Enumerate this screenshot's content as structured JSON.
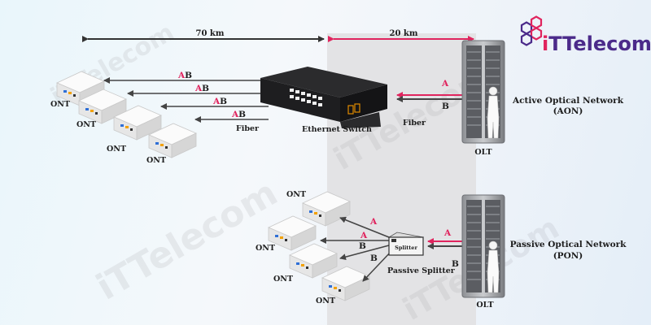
{
  "distances": {
    "left": "70 km",
    "right": "20 km"
  },
  "labels": {
    "ont": "ONT",
    "olt": "OLT",
    "fiber": "Fiber",
    "ethernet_switch": "Ethernet Switch",
    "passive_splitter": "Passive Splitter",
    "splitter_box": "Splitter"
  },
  "aon": {
    "line1": "Active Optical Network",
    "line2": "(AON)"
  },
  "pon": {
    "line1": "Passive Optical Network",
    "line2": "(PON)"
  },
  "signal": {
    "a": "A",
    "b": "B"
  },
  "logo": {
    "part_i": "i",
    "part_tt": "TT",
    "part_elecom": "elecom"
  },
  "watermark": "iTTelecom",
  "colors": {
    "accent": "#e0245e",
    "brand_purple": "#4b2a8a",
    "brand_pink": "#e0245e",
    "line": "#444444"
  }
}
